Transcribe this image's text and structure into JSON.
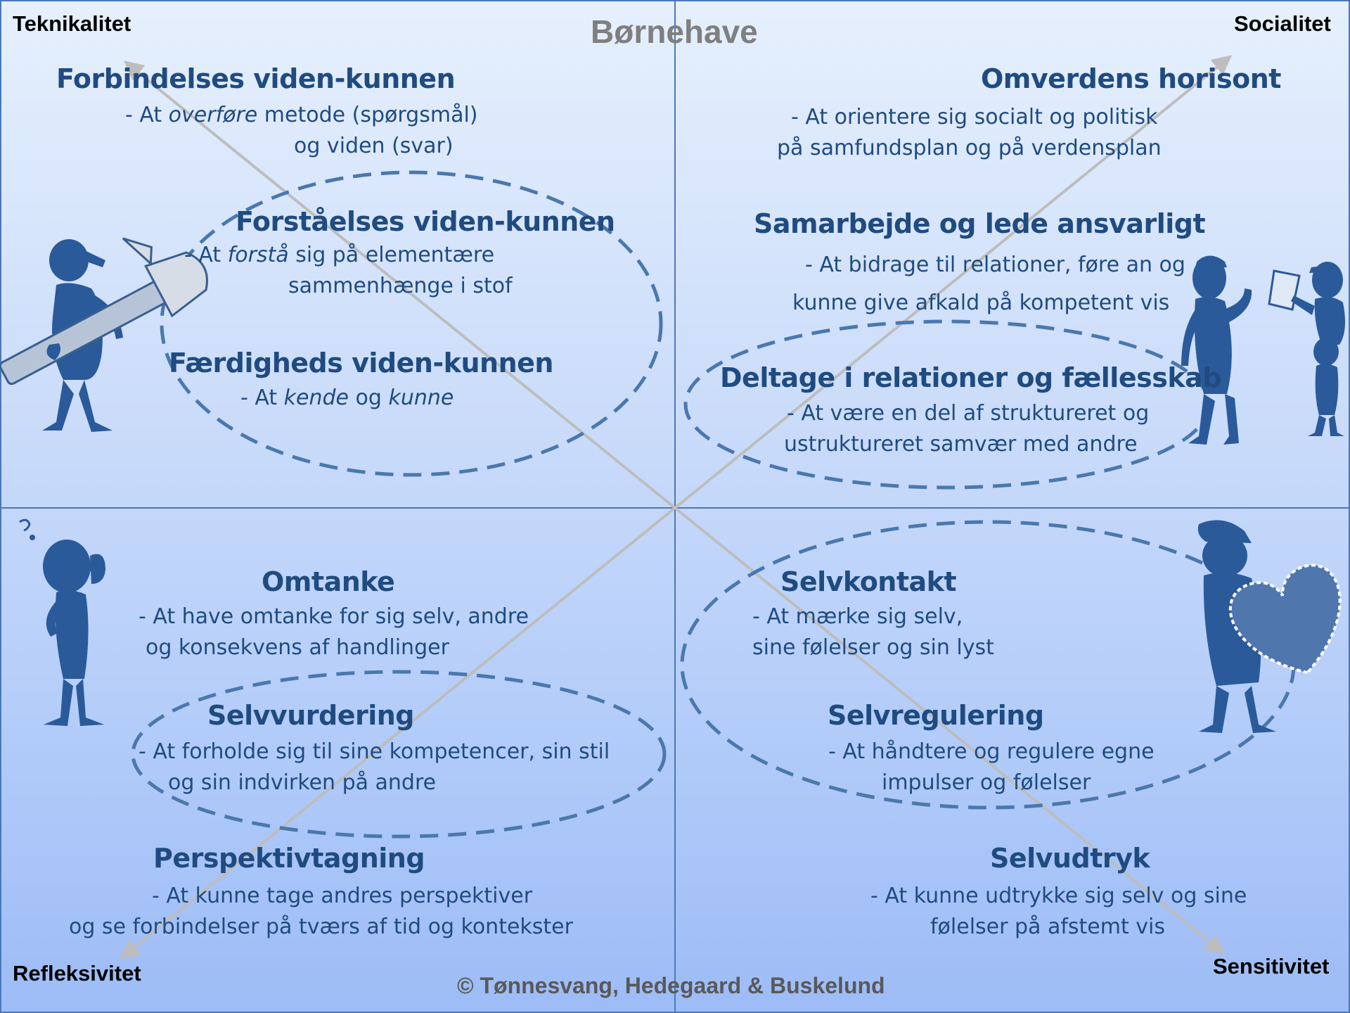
{
  "title": "Børnehave",
  "corners": {
    "top_left": "Teknikalitet",
    "top_right": "Socialitet",
    "bottom_left": "Refleksivitet",
    "bottom_right": "Sensitivitet"
  },
  "copyright": "© Tønnesvang, Hedegaard & Buskelund",
  "q1": {
    "forbindelses": {
      "title": "Forbindelses viden-kunnen",
      "line1_pre": "- At ",
      "line1_em": "overføre",
      "line1_post": " metode (spørgsmål)",
      "line2": "og viden (svar)"
    },
    "forstaaelses": {
      "title": "Forståelses viden-kunnen",
      "line1_pre": "- At ",
      "line1_em": "forstå",
      "line1_post": " sig på elementære",
      "line2": "sammenhænge i stof"
    },
    "faerdigheds": {
      "title": "Færdigheds viden-kunnen",
      "pre": "- At ",
      "em1": "kende",
      "mid": " og ",
      "em2": "kunne"
    }
  },
  "q2": {
    "omverdens": {
      "title": "Omverdens horisont",
      "line1": "- At orientere sig socialt og politisk",
      "line2": "på samfundsplan og på verdensplan"
    },
    "samarbejde": {
      "title": "Samarbejde og lede ansvarligt",
      "line1": "- At bidrage til relationer, føre an og",
      "line2": "kunne give afkald på kompetent vis"
    },
    "deltage": {
      "title": "Deltage i relationer og fællesskab",
      "line1": "- At være en del af struktureret og",
      "line2": "ustruktureret samvær med andre"
    }
  },
  "q3": {
    "omtanke": {
      "title": "Omtanke",
      "line1": "- At have omtanke for sig selv,  andre",
      "line2": "og konsekvens af handlinger"
    },
    "selvvurdering": {
      "title": "Selvvurdering",
      "line1": "- At forholde sig til sine kompetencer,  sin stil",
      "line2": "og sin indvirken på andre"
    },
    "perspektiv": {
      "title": "Perspektivtagning",
      "line1": "- At kunne tage andres perspektiver",
      "line2": "og se forbindelser på tværs af tid og kontekster"
    }
  },
  "q4": {
    "selvkontakt": {
      "title": "Selvkontakt",
      "line1": "- At mærke sig selv,",
      "line2": "sine følelser og sin lyst"
    },
    "selvregulering": {
      "title": "Selvregulering",
      "line1": "- At håndtere og regulere egne",
      "line2": "impulser og følelser"
    },
    "selvudtryk": {
      "title": "Selvudtryk",
      "line1": "- At kunne udtrykke sig selv og sine",
      "line2": "følelser på afstemt vis"
    }
  },
  "colors": {
    "heading": "#1f4b80",
    "figure": "#2a5a9a",
    "ellipse": "#4a78ad",
    "diagonal": "#bdbdbd",
    "grid": "#4a78b8"
  },
  "icons": [
    "hammer-figure-icon",
    "thinking-figure-icon",
    "speaking-figure-icon",
    "group-figures-icon",
    "heart-figure-icon"
  ]
}
